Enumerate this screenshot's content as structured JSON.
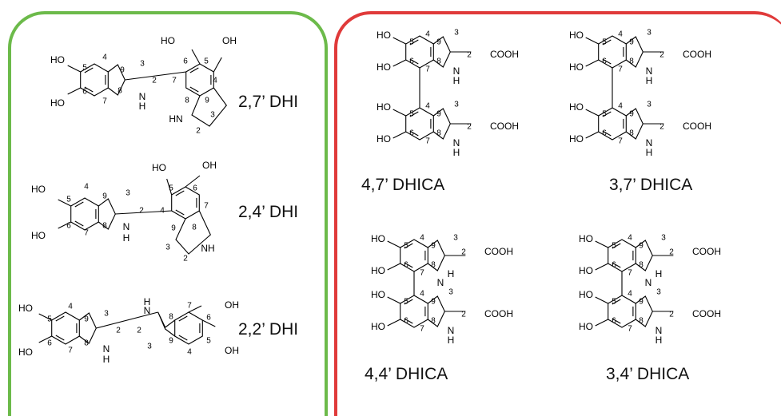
{
  "colors": {
    "left_border": "#6cba4a",
    "right_border": "#e03a3a"
  },
  "groups": [
    {
      "id": "dhi",
      "compounds": [
        {
          "name": "2,7’ DHI",
          "atoms": [
            {
              "t": "HO"
            },
            {
              "t": "HO"
            },
            {
              "t": "5"
            },
            {
              "t": "4"
            },
            {
              "t": "6"
            },
            {
              "t": "7"
            },
            {
              "t": "9"
            },
            {
              "t": "8"
            },
            {
              "t": "3"
            },
            {
              "t": "2"
            },
            {
              "t": "N"
            },
            {
              "t": "H"
            },
            {
              "t": "HO"
            },
            {
              "t": "OH"
            },
            {
              "t": "6"
            },
            {
              "t": "5"
            },
            {
              "t": "7"
            },
            {
              "t": "4"
            },
            {
              "t": "8"
            },
            {
              "t": "9"
            },
            {
              "t": "3"
            },
            {
              "t": "2"
            },
            {
              "t": "HN"
            }
          ]
        },
        {
          "name": "2,4’ DHI",
          "atoms": [
            {
              "t": "HO"
            },
            {
              "t": "HO"
            },
            {
              "t": "5"
            },
            {
              "t": "4"
            },
            {
              "t": "6"
            },
            {
              "t": "7"
            },
            {
              "t": "9"
            },
            {
              "t": "8"
            },
            {
              "t": "3"
            },
            {
              "t": "2"
            },
            {
              "t": "N"
            },
            {
              "t": "H"
            },
            {
              "t": "HO"
            },
            {
              "t": "OH"
            },
            {
              "t": "5"
            },
            {
              "t": "6"
            },
            {
              "t": "4"
            },
            {
              "t": "7"
            },
            {
              "t": "9"
            },
            {
              "t": "8"
            },
            {
              "t": "3"
            },
            {
              "t": "2"
            },
            {
              "t": "NH"
            }
          ]
        },
        {
          "name": "2,2’ DHI",
          "atoms": [
            {
              "t": "HO"
            },
            {
              "t": "HO"
            },
            {
              "t": "5"
            },
            {
              "t": "4"
            },
            {
              "t": "6"
            },
            {
              "t": "7"
            },
            {
              "t": "9"
            },
            {
              "t": "8"
            },
            {
              "t": "3"
            },
            {
              "t": "2"
            },
            {
              "t": "N"
            },
            {
              "t": "H"
            },
            {
              "t": "2"
            },
            {
              "t": "N"
            },
            {
              "t": "H"
            },
            {
              "t": "3"
            },
            {
              "t": "8"
            },
            {
              "t": "9"
            },
            {
              "t": "7"
            },
            {
              "t": "4"
            },
            {
              "t": "6"
            },
            {
              "t": "5"
            },
            {
              "t": "OH"
            },
            {
              "t": "OH"
            }
          ]
        }
      ]
    },
    {
      "id": "dhica",
      "compounds": [
        {
          "name": "4,7’ DHICA",
          "atoms": [
            {
              "t": "HO"
            },
            {
              "t": "HO"
            },
            {
              "t": "5"
            },
            {
              "t": "4"
            },
            {
              "t": "6"
            },
            {
              "t": "7"
            },
            {
              "t": "9"
            },
            {
              "t": "8"
            },
            {
              "t": "3"
            },
            {
              "t": "2"
            },
            {
              "t": "N"
            },
            {
              "t": "H"
            },
            {
              "t": "COOH"
            },
            {
              "t": "HO"
            },
            {
              "t": "HO"
            },
            {
              "t": "5"
            },
            {
              "t": "4"
            },
            {
              "t": "6"
            },
            {
              "t": "7"
            },
            {
              "t": "9"
            },
            {
              "t": "8"
            },
            {
              "t": "3"
            },
            {
              "t": "2"
            },
            {
              "t": "N"
            },
            {
              "t": "H"
            },
            {
              "t": "COOH"
            }
          ]
        },
        {
          "name": "3,7’ DHICA",
          "atoms": [
            {
              "t": "HO"
            },
            {
              "t": "HO"
            },
            {
              "t": "5"
            },
            {
              "t": "4"
            },
            {
              "t": "6"
            },
            {
              "t": "7"
            },
            {
              "t": "9"
            },
            {
              "t": "8"
            },
            {
              "t": "3"
            },
            {
              "t": "2"
            },
            {
              "t": "N"
            },
            {
              "t": "H"
            },
            {
              "t": "COOH"
            },
            {
              "t": "HO"
            },
            {
              "t": "HO"
            },
            {
              "t": "5"
            },
            {
              "t": "4"
            },
            {
              "t": "6"
            },
            {
              "t": "7"
            },
            {
              "t": "9"
            },
            {
              "t": "8"
            },
            {
              "t": "3"
            },
            {
              "t": "2"
            },
            {
              "t": "N"
            },
            {
              "t": "H"
            },
            {
              "t": "COOH"
            }
          ]
        },
        {
          "name": "4,4’ DHICA",
          "atoms": [
            {
              "t": "HO"
            },
            {
              "t": "HO"
            },
            {
              "t": "6"
            },
            {
              "t": "7"
            },
            {
              "t": "5"
            },
            {
              "t": "4"
            },
            {
              "t": "8"
            },
            {
              "t": "9"
            },
            {
              "t": "H"
            },
            {
              "t": "N"
            },
            {
              "t": "2"
            },
            {
              "t": "3"
            },
            {
              "t": "COOH"
            },
            {
              "t": "HO"
            },
            {
              "t": "HO"
            },
            {
              "t": "5"
            },
            {
              "t": "4"
            },
            {
              "t": "6"
            },
            {
              "t": "7"
            },
            {
              "t": "9"
            },
            {
              "t": "8"
            },
            {
              "t": "3"
            },
            {
              "t": "2"
            },
            {
              "t": "N"
            },
            {
              "t": "H"
            },
            {
              "t": "COOH"
            }
          ]
        },
        {
          "name": "3,4’ DHICA",
          "atoms": [
            {
              "t": "HO"
            },
            {
              "t": "HO"
            },
            {
              "t": "6"
            },
            {
              "t": "7"
            },
            {
              "t": "5"
            },
            {
              "t": "4"
            },
            {
              "t": "8"
            },
            {
              "t": "9"
            },
            {
              "t": "H"
            },
            {
              "t": "N"
            },
            {
              "t": "2"
            },
            {
              "t": "3"
            },
            {
              "t": "COOH"
            },
            {
              "t": "HO"
            },
            {
              "t": "HO"
            },
            {
              "t": "5"
            },
            {
              "t": "4"
            },
            {
              "t": "6"
            },
            {
              "t": "7"
            },
            {
              "t": "9"
            },
            {
              "t": "8"
            },
            {
              "t": "3"
            },
            {
              "t": "2"
            },
            {
              "t": "N"
            },
            {
              "t": "H"
            },
            {
              "t": "COOH"
            }
          ]
        }
      ]
    }
  ]
}
